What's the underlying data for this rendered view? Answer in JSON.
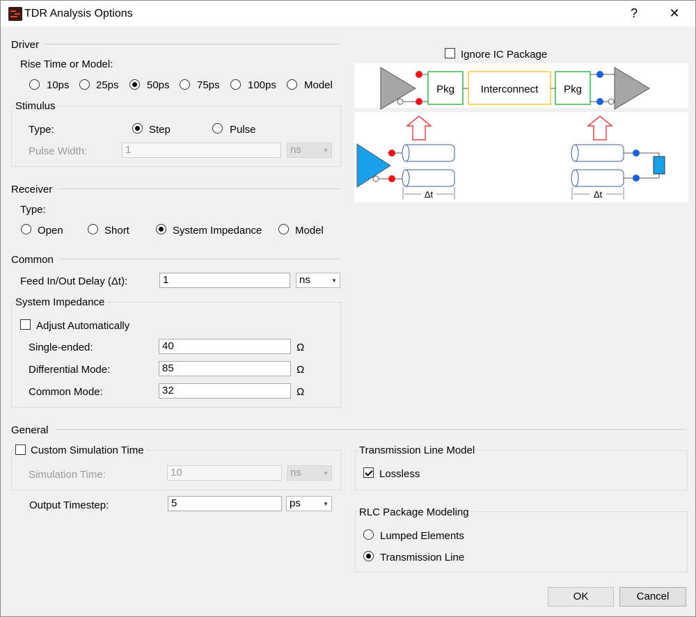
{
  "window": {
    "title": "TDR Analysis Options",
    "help_label": "?",
    "close_label": "✕",
    "icon": "app-icon"
  },
  "driver": {
    "section_label": "Driver",
    "rise_label": "Rise Time or Model:",
    "rise_options": [
      "10ps",
      "25ps",
      "50ps",
      "75ps",
      "100ps",
      "Model"
    ],
    "rise_selected": "50ps",
    "stimulus": {
      "group_label": "Stimulus",
      "type_label": "Type:",
      "options": [
        "Step",
        "Pulse"
      ],
      "selected": "Step",
      "pulse_width_label": "Pulse Width:",
      "pulse_width_value": "1",
      "pulse_width_unit": "ns"
    }
  },
  "receiver": {
    "section_label": "Receiver",
    "type_label": "Type:",
    "options": [
      "Open",
      "Short",
      "System Impedance",
      "Model"
    ],
    "selected": "System Impedance"
  },
  "common": {
    "section_label": "Common",
    "delay_label": "Feed In/Out Delay (Δt):",
    "delay_value": "1",
    "delay_unit": "ns",
    "sysimp": {
      "group_label": "System Impedance",
      "adjust_label": "Adjust Automatically",
      "adjust_checked": false,
      "single_label": "Single-ended:",
      "single_value": "40",
      "diff_label": "Differential Mode:",
      "diff_value": "85",
      "common_label": "Common Mode:",
      "common_value": "32",
      "unit": "Ω"
    }
  },
  "diagram": {
    "ignore_label": "Ignore IC Package",
    "ignore_checked": false,
    "pkg_label": "Pkg",
    "interconnect_label": "Interconnect",
    "delta_label": "Δt",
    "colors": {
      "red": "#e8141c",
      "blue": "#1c5fd8",
      "gray": "#a6a6a6",
      "green": "#3cb44b",
      "orange": "#f5c242",
      "cyan": "#1aa0e8"
    }
  },
  "general": {
    "section_label": "General",
    "custom_label": "Custom Simulation Time",
    "custom_checked": false,
    "sim_time_label": "Simulation Time:",
    "sim_time_value": "10",
    "sim_time_unit": "ns",
    "timestep_label": "Output Timestep:",
    "timestep_value": "5",
    "timestep_unit": "ps"
  },
  "tline": {
    "group_label": "Transmission Line Model",
    "lossless_label": "Lossless",
    "lossless_checked": true
  },
  "rlc": {
    "group_label": "RLC Package Modeling",
    "options": [
      "Lumped Elements",
      "Transmission Line"
    ],
    "selected": "Transmission Line"
  },
  "buttons": {
    "ok": "OK",
    "cancel": "Cancel"
  }
}
